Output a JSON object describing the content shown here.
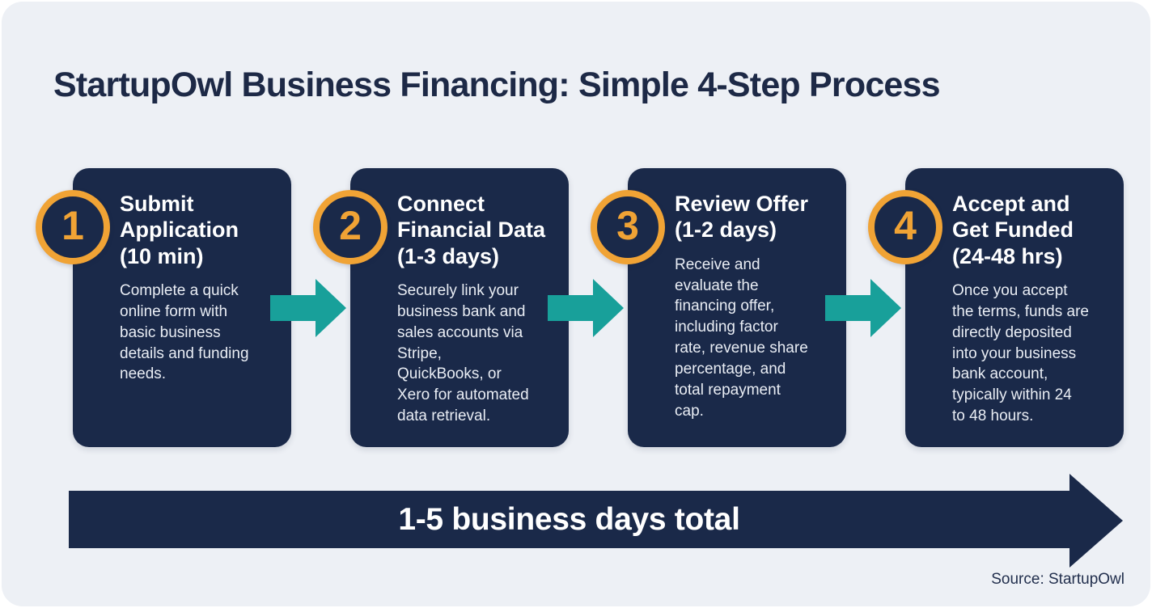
{
  "page": {
    "title": "StartupOwl Business Financing: Simple 4-Step Process",
    "source": "Source: StartupOwl"
  },
  "steps": [
    {
      "number": "1",
      "title": "Submit\nApplication\n(10 min)",
      "description": "Complete a quick\nonline form with\nbasic business\ndetails and funding\nneeds."
    },
    {
      "number": "2",
      "title": "Connect\nFinancial Data\n(1-3 days)",
      "description": "Securely link your\nbusiness bank and\nsales accounts via\nStripe,\nQuickBooks, or\nXero for automated\ndata retrieval."
    },
    {
      "number": "3",
      "title": "Review Offer\n(1-2 days)",
      "description": "Receive and\nevaluate the\nfinancing offer,\nincluding factor\nrate, revenue share\npercentage, and\ntotal repayment\ncap."
    },
    {
      "number": "4",
      "title": "Accept and\nGet Funded\n(24-48 hrs)",
      "description": "Once you accept\nthe terms, funds are\ndirectly deposited\ninto your business\nbank account,\ntypically within 24\nto 48 hours."
    }
  ],
  "timeline": {
    "label": "1-5 business days total"
  },
  "colors": {
    "card_navy": "#1a2949",
    "arrow_teal": "#18a09a",
    "badge_orange": "#f0a335",
    "background": "#edf0f5",
    "title_text": "#1d2946",
    "body_text": "#e9edf4"
  }
}
